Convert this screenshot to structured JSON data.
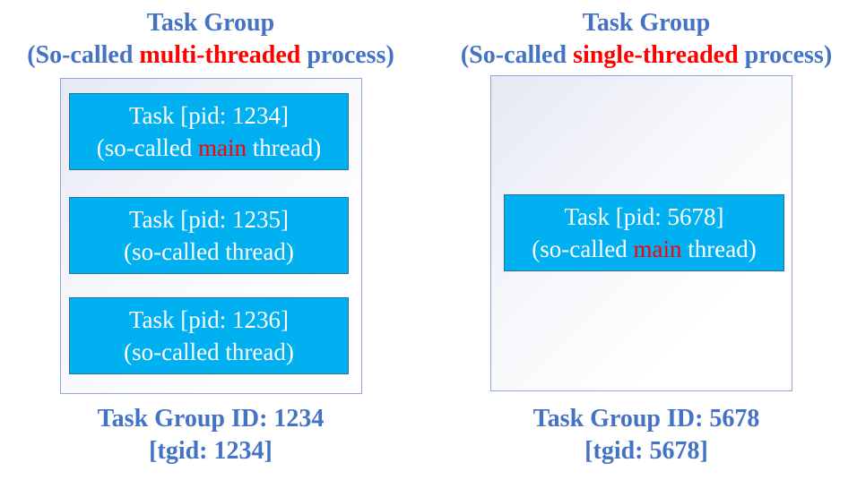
{
  "left_group": {
    "title": "Task Group",
    "subtitle_prefix": "(So-called ",
    "subtitle_highlight": "multi-threaded",
    "subtitle_suffix": " process)",
    "tasks": [
      {
        "line1": "Task [pid: 1234]",
        "line2_prefix": "(so-called ",
        "line2_highlight": "main",
        "line2_suffix": " thread)"
      },
      {
        "line1": "Task [pid: 1235]",
        "line2_prefix": "(so-called thread)",
        "line2_highlight": "",
        "line2_suffix": ""
      },
      {
        "line1": "Task [pid: 1236]",
        "line2_prefix": "(so-called thread)",
        "line2_highlight": "",
        "line2_suffix": ""
      }
    ],
    "group_id": "Task Group ID: 1234",
    "tgid": "[tgid: 1234]"
  },
  "right_group": {
    "title": "Task Group",
    "subtitle_prefix": "(So-called ",
    "subtitle_highlight": "single-threaded",
    "subtitle_suffix": " process)",
    "tasks": [
      {
        "line1": "Task [pid: 5678]",
        "line2_prefix": "(so-called ",
        "line2_highlight": "main",
        "line2_suffix": " thread)"
      }
    ],
    "group_id": "Task Group ID: 5678",
    "tgid": "[tgid: 5678]"
  },
  "colors": {
    "title_blue": "#4472c4",
    "highlight_red": "#ff0000",
    "task_fill": "#00b0f0",
    "box_border": "#8ea6d8"
  }
}
